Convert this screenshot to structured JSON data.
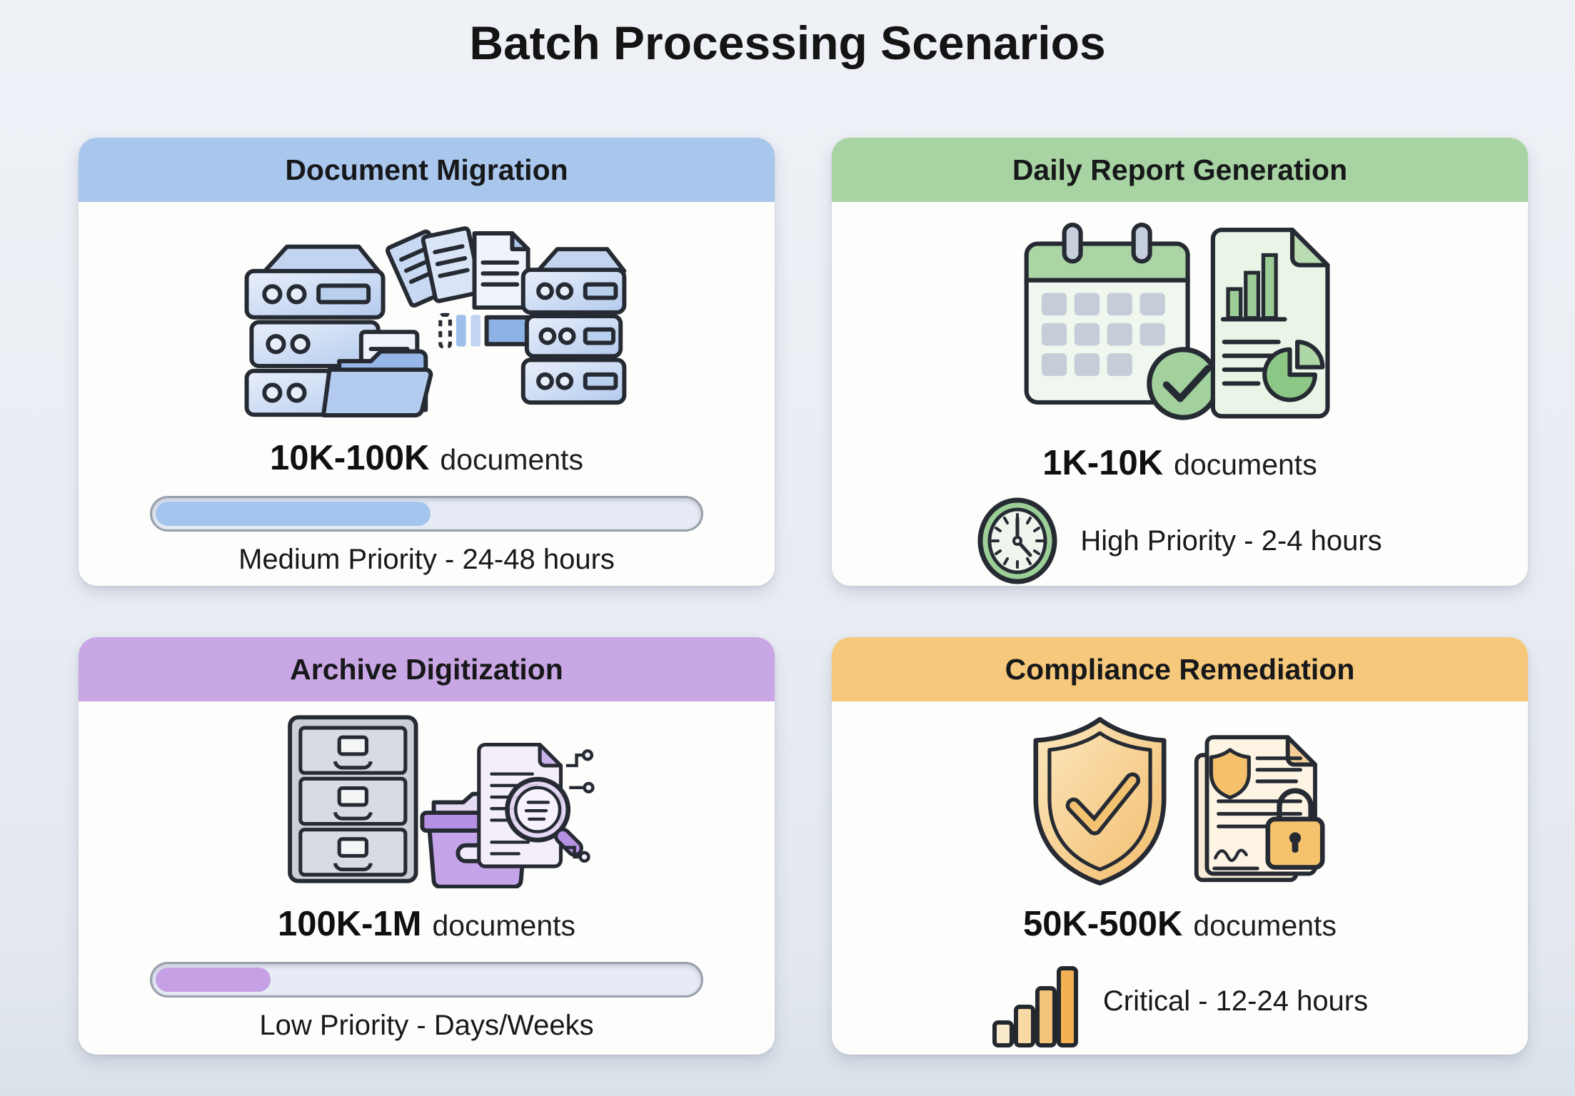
{
  "page": {
    "title": "Batch Processing Scenarios",
    "background_color": "#e9edf3"
  },
  "cards": [
    {
      "title": "Document Migration",
      "header_color": "#a9c6ec",
      "icon": "server-migration-illustration",
      "range": "10K-100K",
      "unit": "documents",
      "indicator": "progress-bar",
      "progress_percent": "50%",
      "progress_color": "#a3c5ee",
      "priority_label": "Medium Priority - 24-48 hours"
    },
    {
      "title": "Daily Report Generation",
      "header_color": "#a8d3a2",
      "icon": "calendar-report-illustration",
      "range": "1K-10K",
      "unit": "documents",
      "indicator": "clock-icon",
      "priority_label": "High Priority - 2-4 hours"
    },
    {
      "title": "Archive Digitization",
      "header_color": "#c9a6e4",
      "icon": "archive-scan-illustration",
      "range": "100K-1M",
      "unit": "documents",
      "indicator": "progress-bar",
      "progress_percent": "21%",
      "progress_color": "#c6a0e4",
      "priority_label": "Low Priority - Days/Weeks"
    },
    {
      "title": "Compliance Remediation",
      "header_color": "#f6c87b",
      "icon": "shield-lock-illustration",
      "range": "50K-500K",
      "unit": "documents",
      "indicator": "signal-bars-icon",
      "priority_label": "Critical - 12-24 hours"
    }
  ]
}
